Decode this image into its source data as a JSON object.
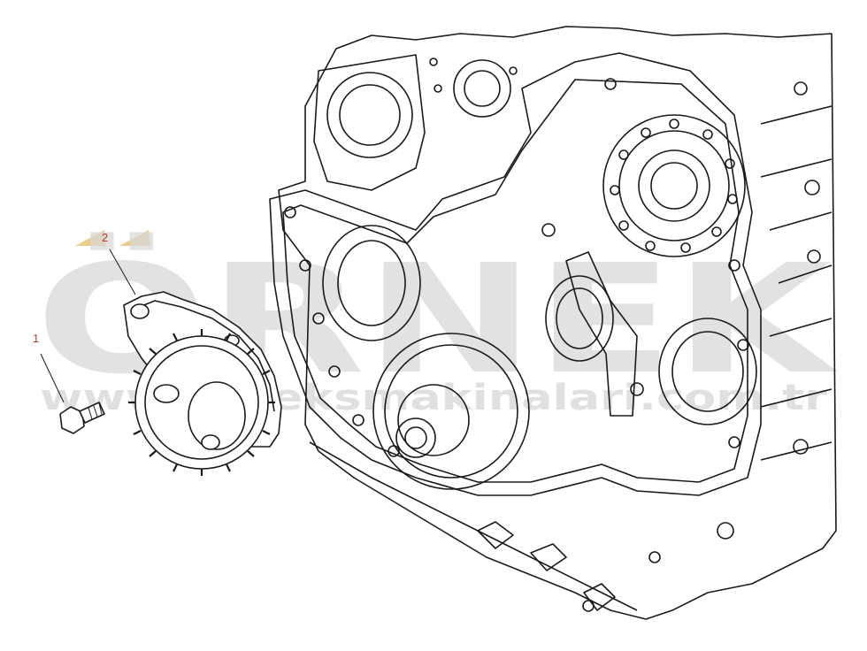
{
  "callouts": [
    {
      "label": "1"
    },
    {
      "label": "2"
    }
  ],
  "watermark": {
    "brand": "ÖRNEK",
    "url": "www.orneksmakinalari.com.tr",
    "color": "#d9d9d9",
    "accent": "#e9c77a"
  },
  "colors": {
    "line": "#1a1a1a",
    "callout": "#c0392b"
  }
}
